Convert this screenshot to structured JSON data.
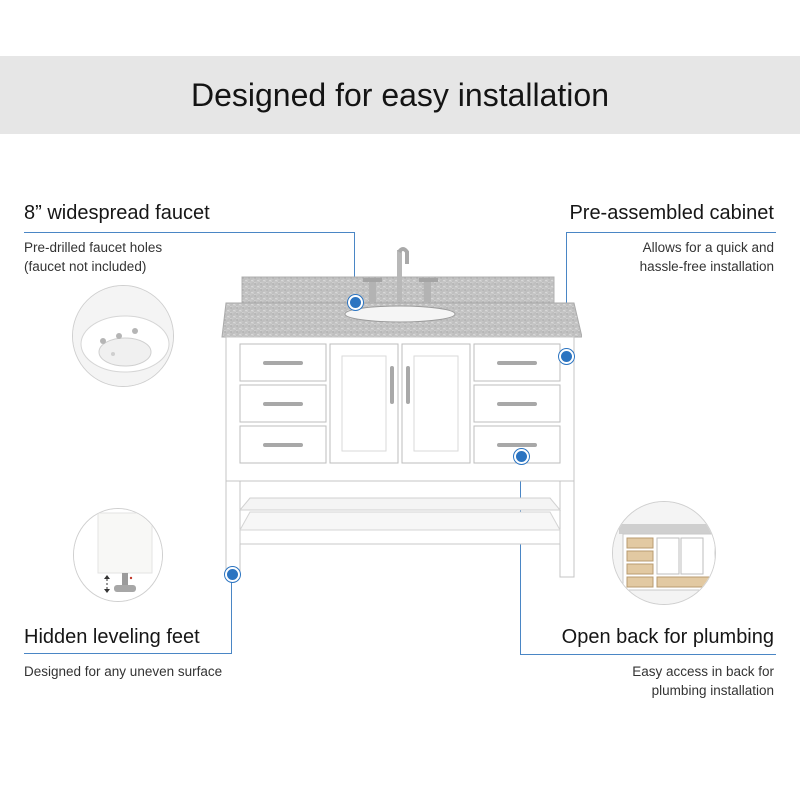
{
  "banner": {
    "title": "Designed for easy installation"
  },
  "features": {
    "faucet": {
      "title": "8” widespread faucet",
      "desc_line1": "Pre-drilled faucet holes",
      "desc_line2": "(faucet not included)"
    },
    "cabinet": {
      "title": "Pre-assembled cabinet",
      "desc_line1": "Allows for  a quick and",
      "desc_line2": "hassle-free installation"
    },
    "feet": {
      "title": "Hidden leveling feet",
      "desc_line1": "Designed for any uneven surface"
    },
    "plumbing": {
      "title": "Open back for plumbing",
      "desc_line1": "Easy access in back for",
      "desc_line2": "plumbing installation"
    }
  },
  "colors": {
    "accent": "#2b74c1",
    "banner_bg": "#e6e6e6",
    "cabinet": "#ffffff",
    "countertop": "#c9c9c9"
  },
  "icons": [
    "faucet-holes-detail",
    "leveling-foot-detail",
    "open-back-detail",
    "vanity-product-image"
  ]
}
